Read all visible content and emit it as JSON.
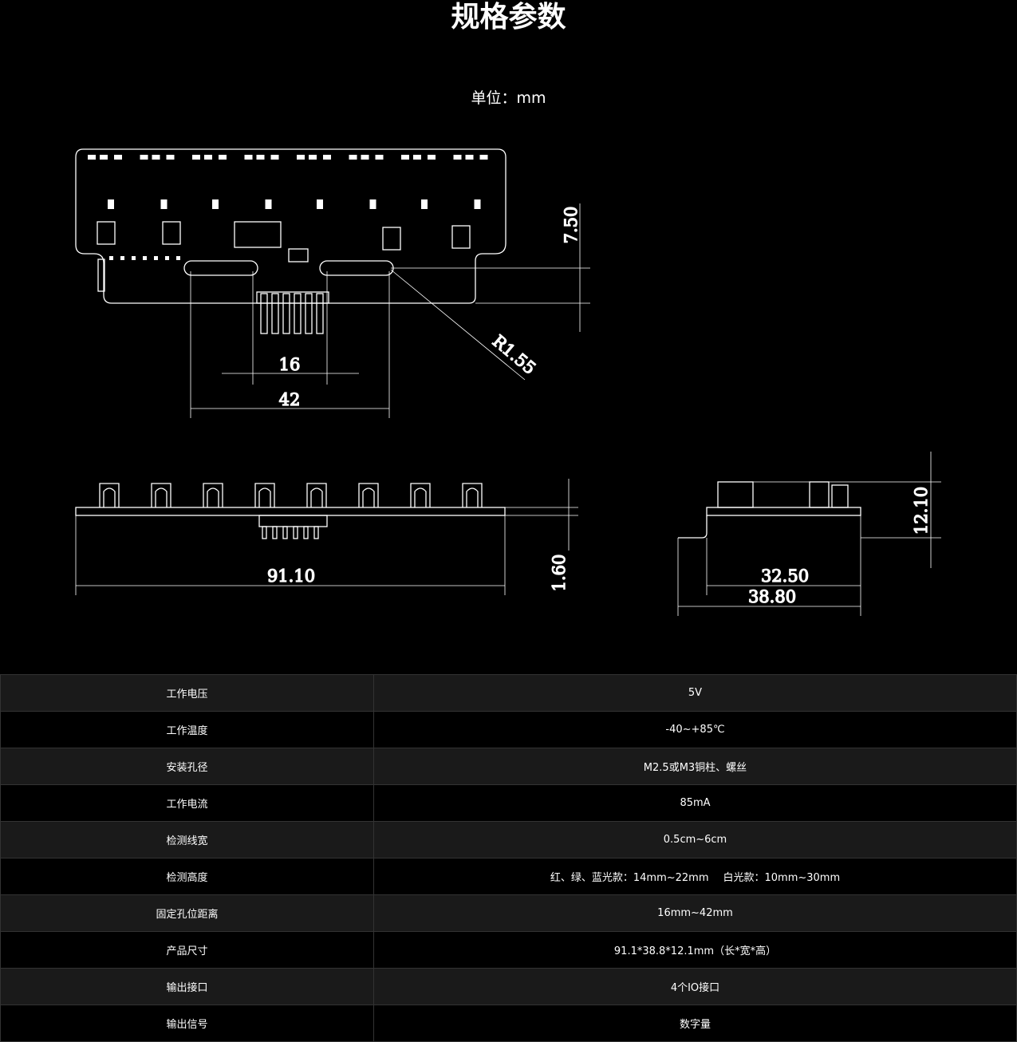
{
  "title": "规格参数",
  "unit_label": "单位：mm",
  "dimensions": {
    "top_height": "7.50",
    "radius": "R1.55",
    "hole_inner": "16",
    "hole_outer": "42",
    "length": "91.10",
    "thickness": "1.60",
    "side_height": "12.10",
    "side_width_inner": "32.50",
    "side_width_outer": "38.80"
  },
  "specs": [
    {
      "label": "工作电压",
      "value": "5V"
    },
    {
      "label": "工作温度",
      "value": "-40~+85℃"
    },
    {
      "label": "安装孔径",
      "value": "M2.5或M3铜柱、螺丝"
    },
    {
      "label": "工作电流",
      "value": "85mA"
    },
    {
      "label": "检测线宽",
      "value": "0.5cm~6cm"
    },
    {
      "label": "检测高度",
      "value": "红、绿、蓝光款：14mm~22mm",
      "value2": "白光款：10mm~30mm"
    },
    {
      "label": "固定孔位距离",
      "value": "16mm~42mm"
    },
    {
      "label": "产品尺寸",
      "value": "91.1*38.8*12.1mm（长*宽*高）"
    },
    {
      "label": "输出接口",
      "value": "4个IO接口"
    },
    {
      "label": "输出信号",
      "value": "数字量"
    }
  ]
}
